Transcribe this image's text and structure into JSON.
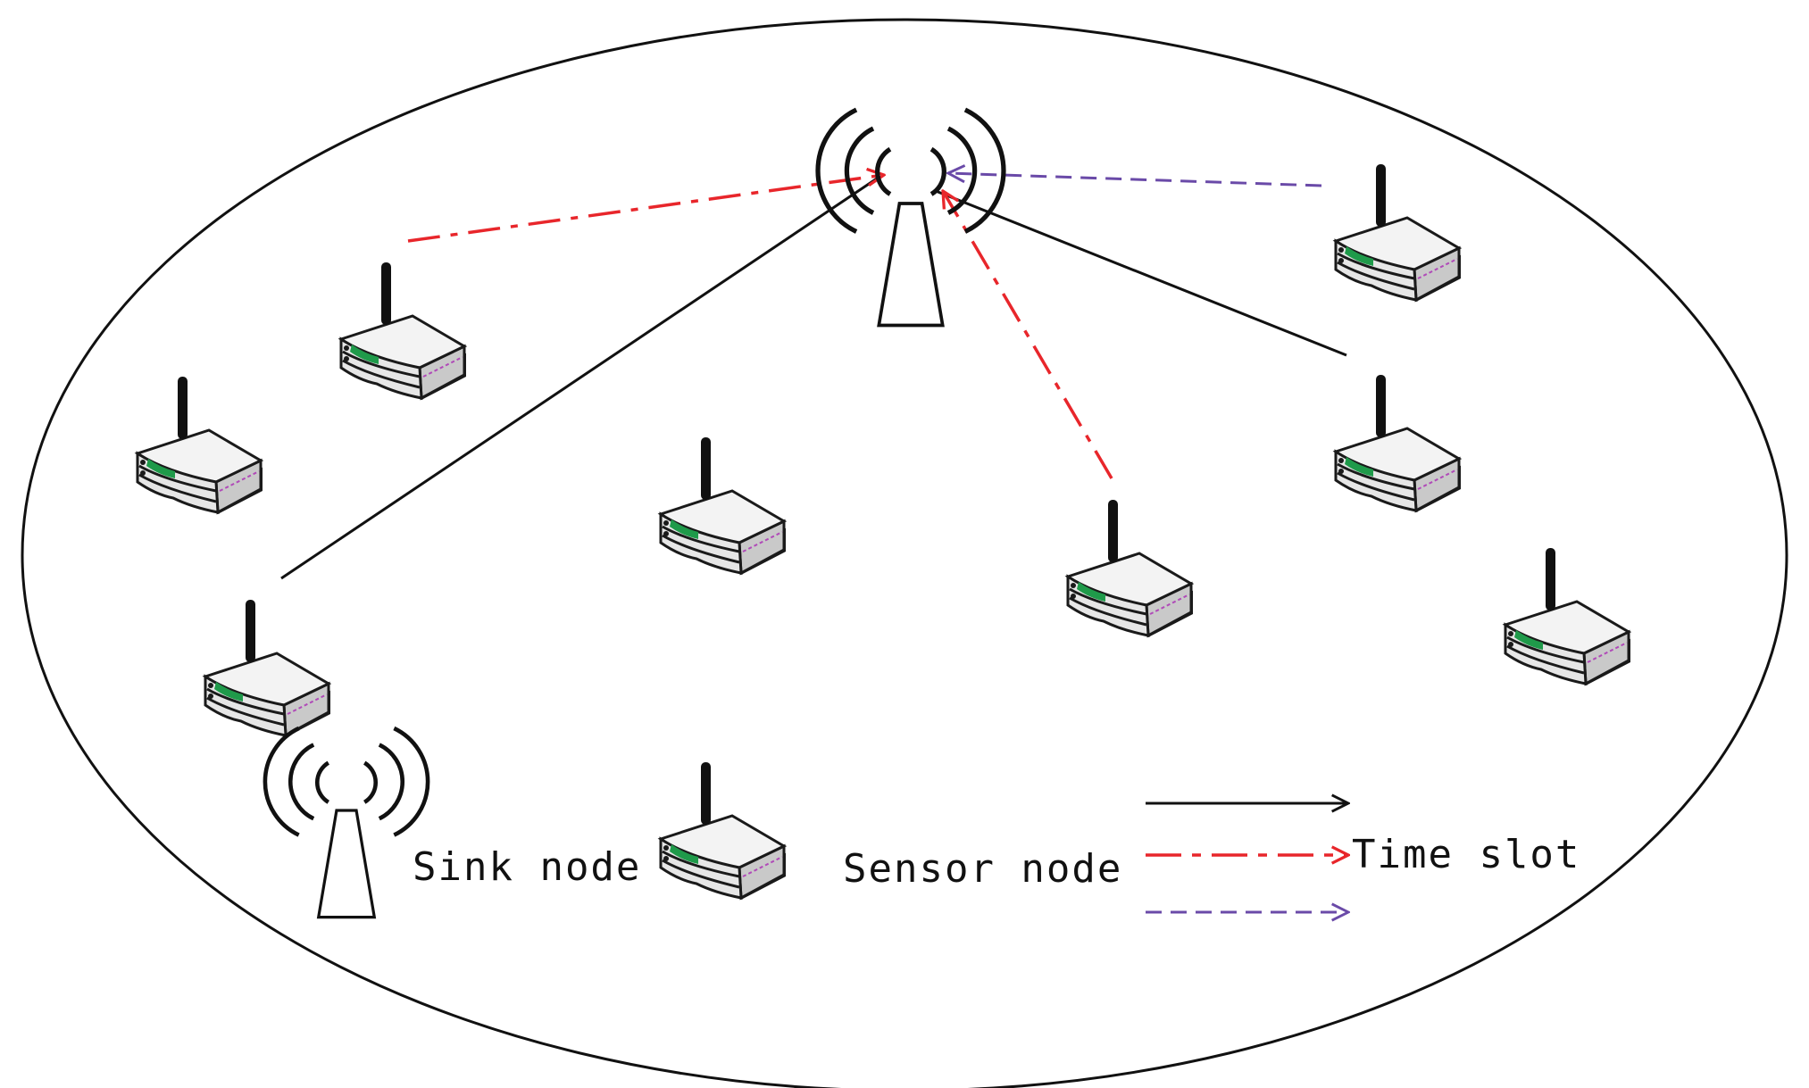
{
  "legend": {
    "sink_label": "Sink node",
    "sensor_label": "Sensor node",
    "time_slot_label": "Time slot"
  },
  "colors": {
    "outline": "#111111",
    "link_solid": "#111111",
    "link_red": "#e8262b",
    "link_purple": "#6a4aa8",
    "sensor_body": "#f1f1f1",
    "sensor_shadow": "#9a9a9a",
    "sensor_led": "#1f9a4a",
    "sensor_stripe": "#b04ab8"
  },
  "icons": {
    "sink": "sink-tower-icon",
    "sensor": "sensor-router-icon"
  }
}
